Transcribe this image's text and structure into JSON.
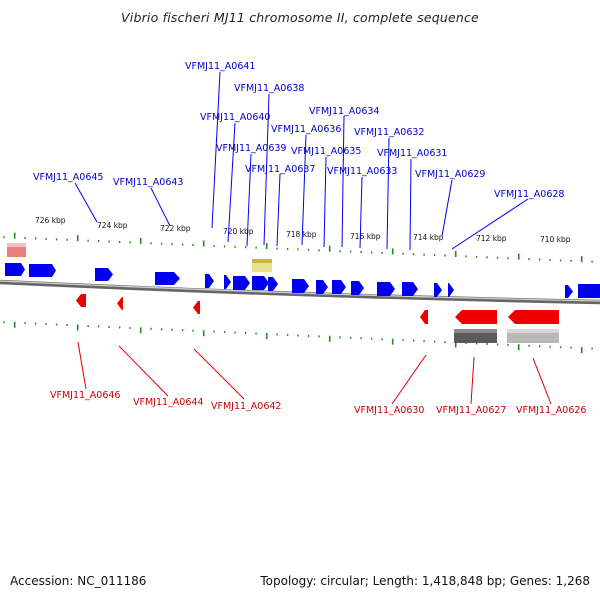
{
  "title": "Vibrio fischeri MJ11 chromosome II, complete sequence",
  "footer": {
    "accession": "Accession: NC_011186",
    "info": "Topology: circular; Length: 1,418,848 bp; Genes: 1,268"
  },
  "colors": {
    "forward_gene": "#0000ee",
    "reverse_gene": "#ee0000",
    "tick": "#228B22",
    "backbone": "#777777"
  },
  "kbp_ticks": [
    "726 kbp",
    "724 kbp",
    "722 kbp",
    "720 kbp",
    "718 kbp",
    "716 kbp",
    "714 kbp",
    "712 kbp",
    "710 kbp"
  ],
  "forward_labels": [
    "VFMJ11_A0641",
    "VFMJ11_A0638",
    "VFMJ11_A0640",
    "VFMJ11_A0636",
    "VFMJ11_A0634",
    "VFMJ11_A0639",
    "VFMJ11_A0635",
    "VFMJ11_A0632",
    "VFMJ11_A0637",
    "VFMJ11_A0633",
    "VFMJ11_A0631",
    "VFMJ11_A0645",
    "VFMJ11_A0643",
    "VFMJ11_A0629",
    "VFMJ11_A0628"
  ],
  "reverse_labels": [
    "VFMJ11_A0646",
    "VFMJ11_A0644",
    "VFMJ11_A0642",
    "VFMJ11_A0630",
    "VFMJ11_A0627",
    "VFMJ11_A0626"
  ]
}
